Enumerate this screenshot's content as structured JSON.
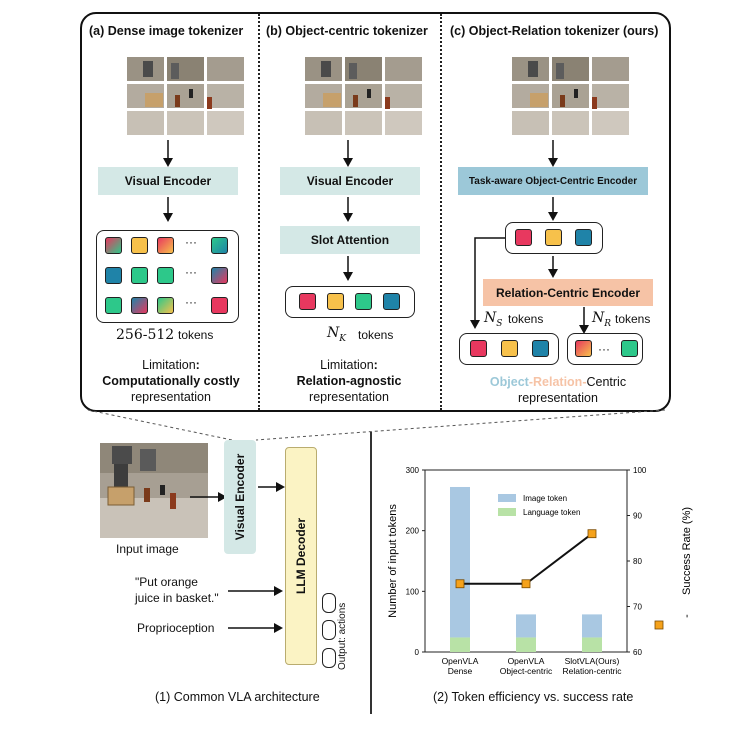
{
  "panel_a": {
    "title": "(a) Dense image tokenizer",
    "encoder": "Visual Encoder",
    "token_count": "256-512",
    "token_word": "tokens",
    "ellipsis": "···",
    "limit_label": "Limitation",
    "limit_colon": ":",
    "limit_text": "Computationally costly",
    "limit_rest": "representation"
  },
  "panel_b": {
    "title": "(b) Object-centric tokenizer",
    "encoder": "Visual Encoder",
    "slot": "Slot Attention",
    "token_count": "N",
    "token_sub": "K",
    "token_word": "tokens",
    "limit_label": "Limitation",
    "limit_colon": ":",
    "limit_text": "Relation-agnostic",
    "limit_rest": "representation"
  },
  "panel_c": {
    "title": "(c) Object-Relation tokenizer (ours)",
    "encoder": "Task-aware Object-Centric Encoder",
    "relation": "Relation-Centric Encoder",
    "ns": "N",
    "ns_sub": "S",
    "ns_word": "tokens",
    "nr": "N",
    "nr_sub": "R",
    "nr_word": "tokens",
    "ellipsis": "···",
    "rep_object": "Object",
    "rep_dash1": "-",
    "rep_relation": "Relation",
    "rep_dash2": "-",
    "rep_centric": "Centric",
    "rep_rest": "representation",
    "object_color": "#9cc8d8",
    "relation_color": "#f6c3a6"
  },
  "architecture": {
    "input_label": "Input image",
    "visual_encoder": "Visual Encoder",
    "llm": "LLM Decoder",
    "instruction": "\"Put orange\njuice in basket.\"",
    "proprio": "Proprioception",
    "output": "Output: actions",
    "caption": "(1) Common VLA architecture"
  },
  "chart_caption": "(2) Token efficiency vs. success rate",
  "chart_data": {
    "type": "bar",
    "categories": [
      "OpenVLA\nDense",
      "OpenVLA\nObject-centric",
      "SlotVLA(Ours)\nRelation-centric"
    ],
    "series": [
      {
        "name": "Image token",
        "values": [
          248,
          38,
          38
        ],
        "color": "#a9c8e2"
      },
      {
        "name": "Language token",
        "values": [
          24,
          24,
          24
        ],
        "color": "#b8e2a6"
      }
    ],
    "line": {
      "name": "Success Rate (%)",
      "values": [
        75,
        75,
        86
      ],
      "color": "#f5a21b"
    },
    "ylabel": "Number of input tokens",
    "y2label": "Success Rate (%)",
    "ylim": [
      0,
      300
    ],
    "y2lim": [
      60,
      100
    ],
    "yticks": [
      0,
      100,
      200,
      300
    ],
    "y2ticks": [
      60,
      70,
      80,
      90,
      100
    ]
  }
}
